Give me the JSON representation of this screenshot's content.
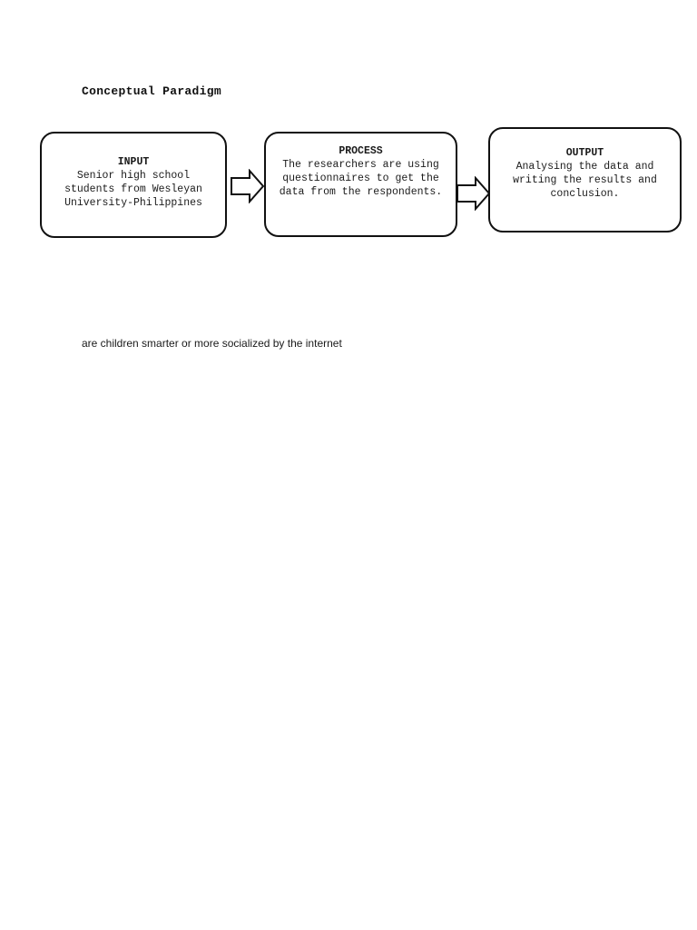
{
  "diagram": {
    "title": "Conceptual Paradigm",
    "boxes": {
      "input": {
        "heading": "INPUT",
        "text": "Senior high school students from Wesleyan University-Philippines"
      },
      "process": {
        "heading": "PROCESS",
        "text": "The researchers are using questionnaires to get the data from the respondents."
      },
      "output": {
        "heading": "OUTPUT",
        "text": "Analysing the data and writing the results and conclusion."
      }
    }
  },
  "note": "are children smarter or more socialized by the internet"
}
